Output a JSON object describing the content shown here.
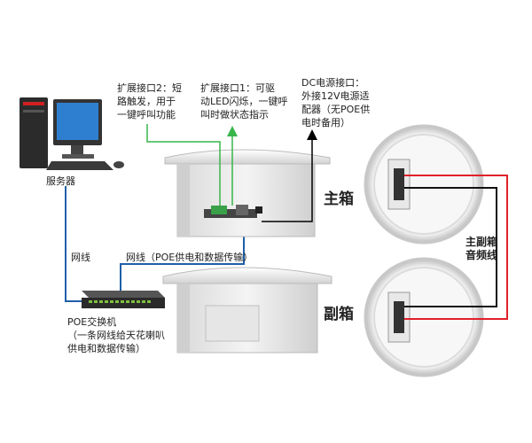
{
  "labels": {
    "server": "服务器",
    "network_cable": "网线",
    "poe_cable": "网线（POE供电和数据传输）",
    "poe_switch": "POE交换机\n（一条网线给天花喇叭\n供电和数据传输）",
    "ext_port_2": "扩展接口2：短\n路触发，用于\n一键呼叫功能",
    "ext_port_1": "扩展接口1：可驱\n动LED闪烁，一键呼\n叫时做状态指示",
    "dc_port": "DC电源接口：\n外接12V电源适\n配器（无POE供\n电时备用）",
    "main_box": "主箱",
    "sub_box": "副箱",
    "audio_line": "主副箱\n音频线"
  },
  "colors": {
    "green_line": "#39b54a",
    "blue_line": "#1f5fa8",
    "black_line": "#000000",
    "red_wire": "#e0202a",
    "speaker_white": "#f2f2f2",
    "speaker_edge": "#c8c8c8"
  }
}
